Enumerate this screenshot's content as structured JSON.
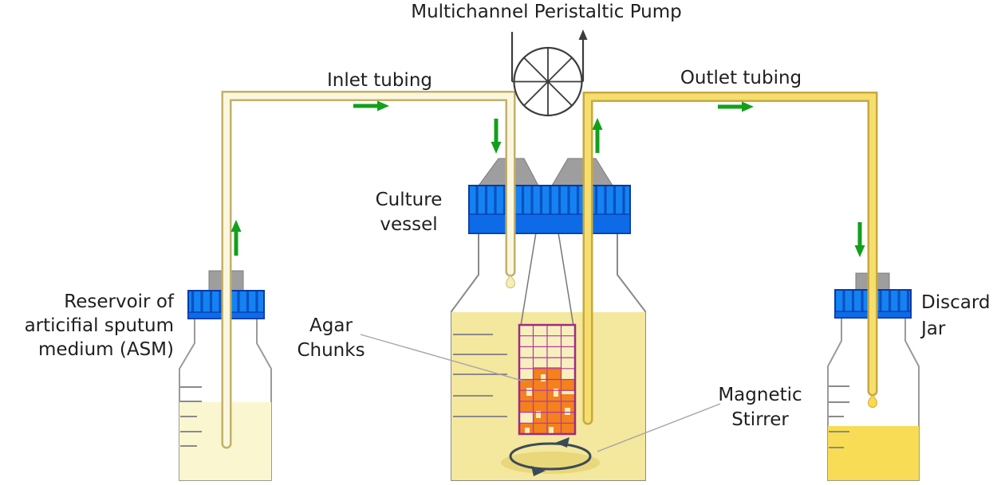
{
  "colors": {
    "background": "#ffffff",
    "text": "#1f1f1f",
    "arrow_green": "#12a01b",
    "pump_outline": "#3c3c3c",
    "tube_inlet_fill": "#fbf7df",
    "tube_inlet_border": "#c2b06a",
    "tube_outlet_fill": "#f5de6e",
    "tube_outlet_border": "#c8a840",
    "cap_blue": "#1482f2",
    "cap_blue_dark": "#0a50c0",
    "cap_band_blue": "#0e6be8",
    "cap_border": "#0838a8",
    "port_gray": "#9e9e9e",
    "bottle_outline": "#9a9a9a",
    "vessel_outline": "#8a8a8a",
    "vessel_liquid": "#f4e79e",
    "reservoir_liquid": "#faf6d0",
    "discard_liquid": "#f8dc55",
    "agar_orange": "#f5801e",
    "mesh_magenta": "#9c2b86",
    "mesh_bg": "#f8efbe",
    "stirrer_dark": "#3a4a58",
    "leader_gray": "#a5a5a5"
  },
  "pump": {
    "label": "Multichannel Peristaltic Pump",
    "icon": "pump-rotor-wheel",
    "channels_shown": 2
  },
  "tubing": {
    "inlet": {
      "label": "Inlet tubing",
      "from": "Reservoir of articifial sputum medium (ASM)",
      "to": "Culture vessel"
    },
    "outlet": {
      "label": "Outlet tubing",
      "from": "Culture vessel",
      "to": "Discard Jar"
    }
  },
  "reservoir": {
    "label_lines": [
      "Reservoir of",
      "articifial sputum",
      "medium (ASM)"
    ]
  },
  "culture_vessel": {
    "label_lines": [
      "Culture",
      "vessel"
    ]
  },
  "agar": {
    "label_lines": [
      "Agar",
      "Chunks"
    ]
  },
  "stirrer": {
    "label_lines": [
      "Magnetic",
      "Stirrer"
    ]
  },
  "discard": {
    "label_lines": [
      "Discard",
      "Jar"
    ]
  },
  "flow_arrows": [
    "reservoir-up",
    "inlet-right",
    "into-vessel-down",
    "out-of-vessel-up",
    "outlet-right",
    "into-discard-down"
  ]
}
